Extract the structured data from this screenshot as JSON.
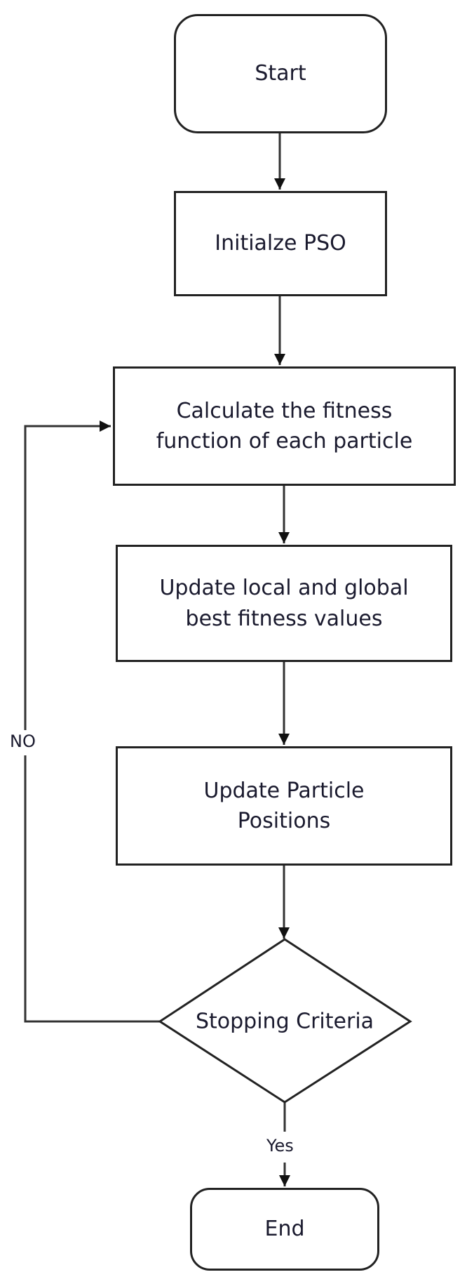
{
  "flowchart": {
    "nodes": {
      "start": {
        "label": "Start",
        "shape": "rounded-rect"
      },
      "init": {
        "label": "Initialze PSO",
        "shape": "rect"
      },
      "calc": {
        "label": "Calculate the fitness function of each particle",
        "line1": "Calculate the fitness",
        "line2": "function of each particle",
        "shape": "rect"
      },
      "update_best": {
        "label": "Update local and global best fitness values",
        "line1": "Update local and global",
        "line2": "best fitness values",
        "shape": "rect"
      },
      "update_pos": {
        "label": "Update Particle Positions",
        "line1": "Update Particle",
        "line2": "Positions",
        "shape": "rect"
      },
      "decision": {
        "label": "Stopping Criteria",
        "shape": "diamond"
      },
      "end": {
        "label": "End",
        "shape": "rounded-rect"
      }
    },
    "edge_labels": {
      "no": "NO",
      "yes": "Yes"
    },
    "colors": {
      "stroke": "#222222",
      "text": "#1a1a2e",
      "background": "#ffffff"
    }
  }
}
